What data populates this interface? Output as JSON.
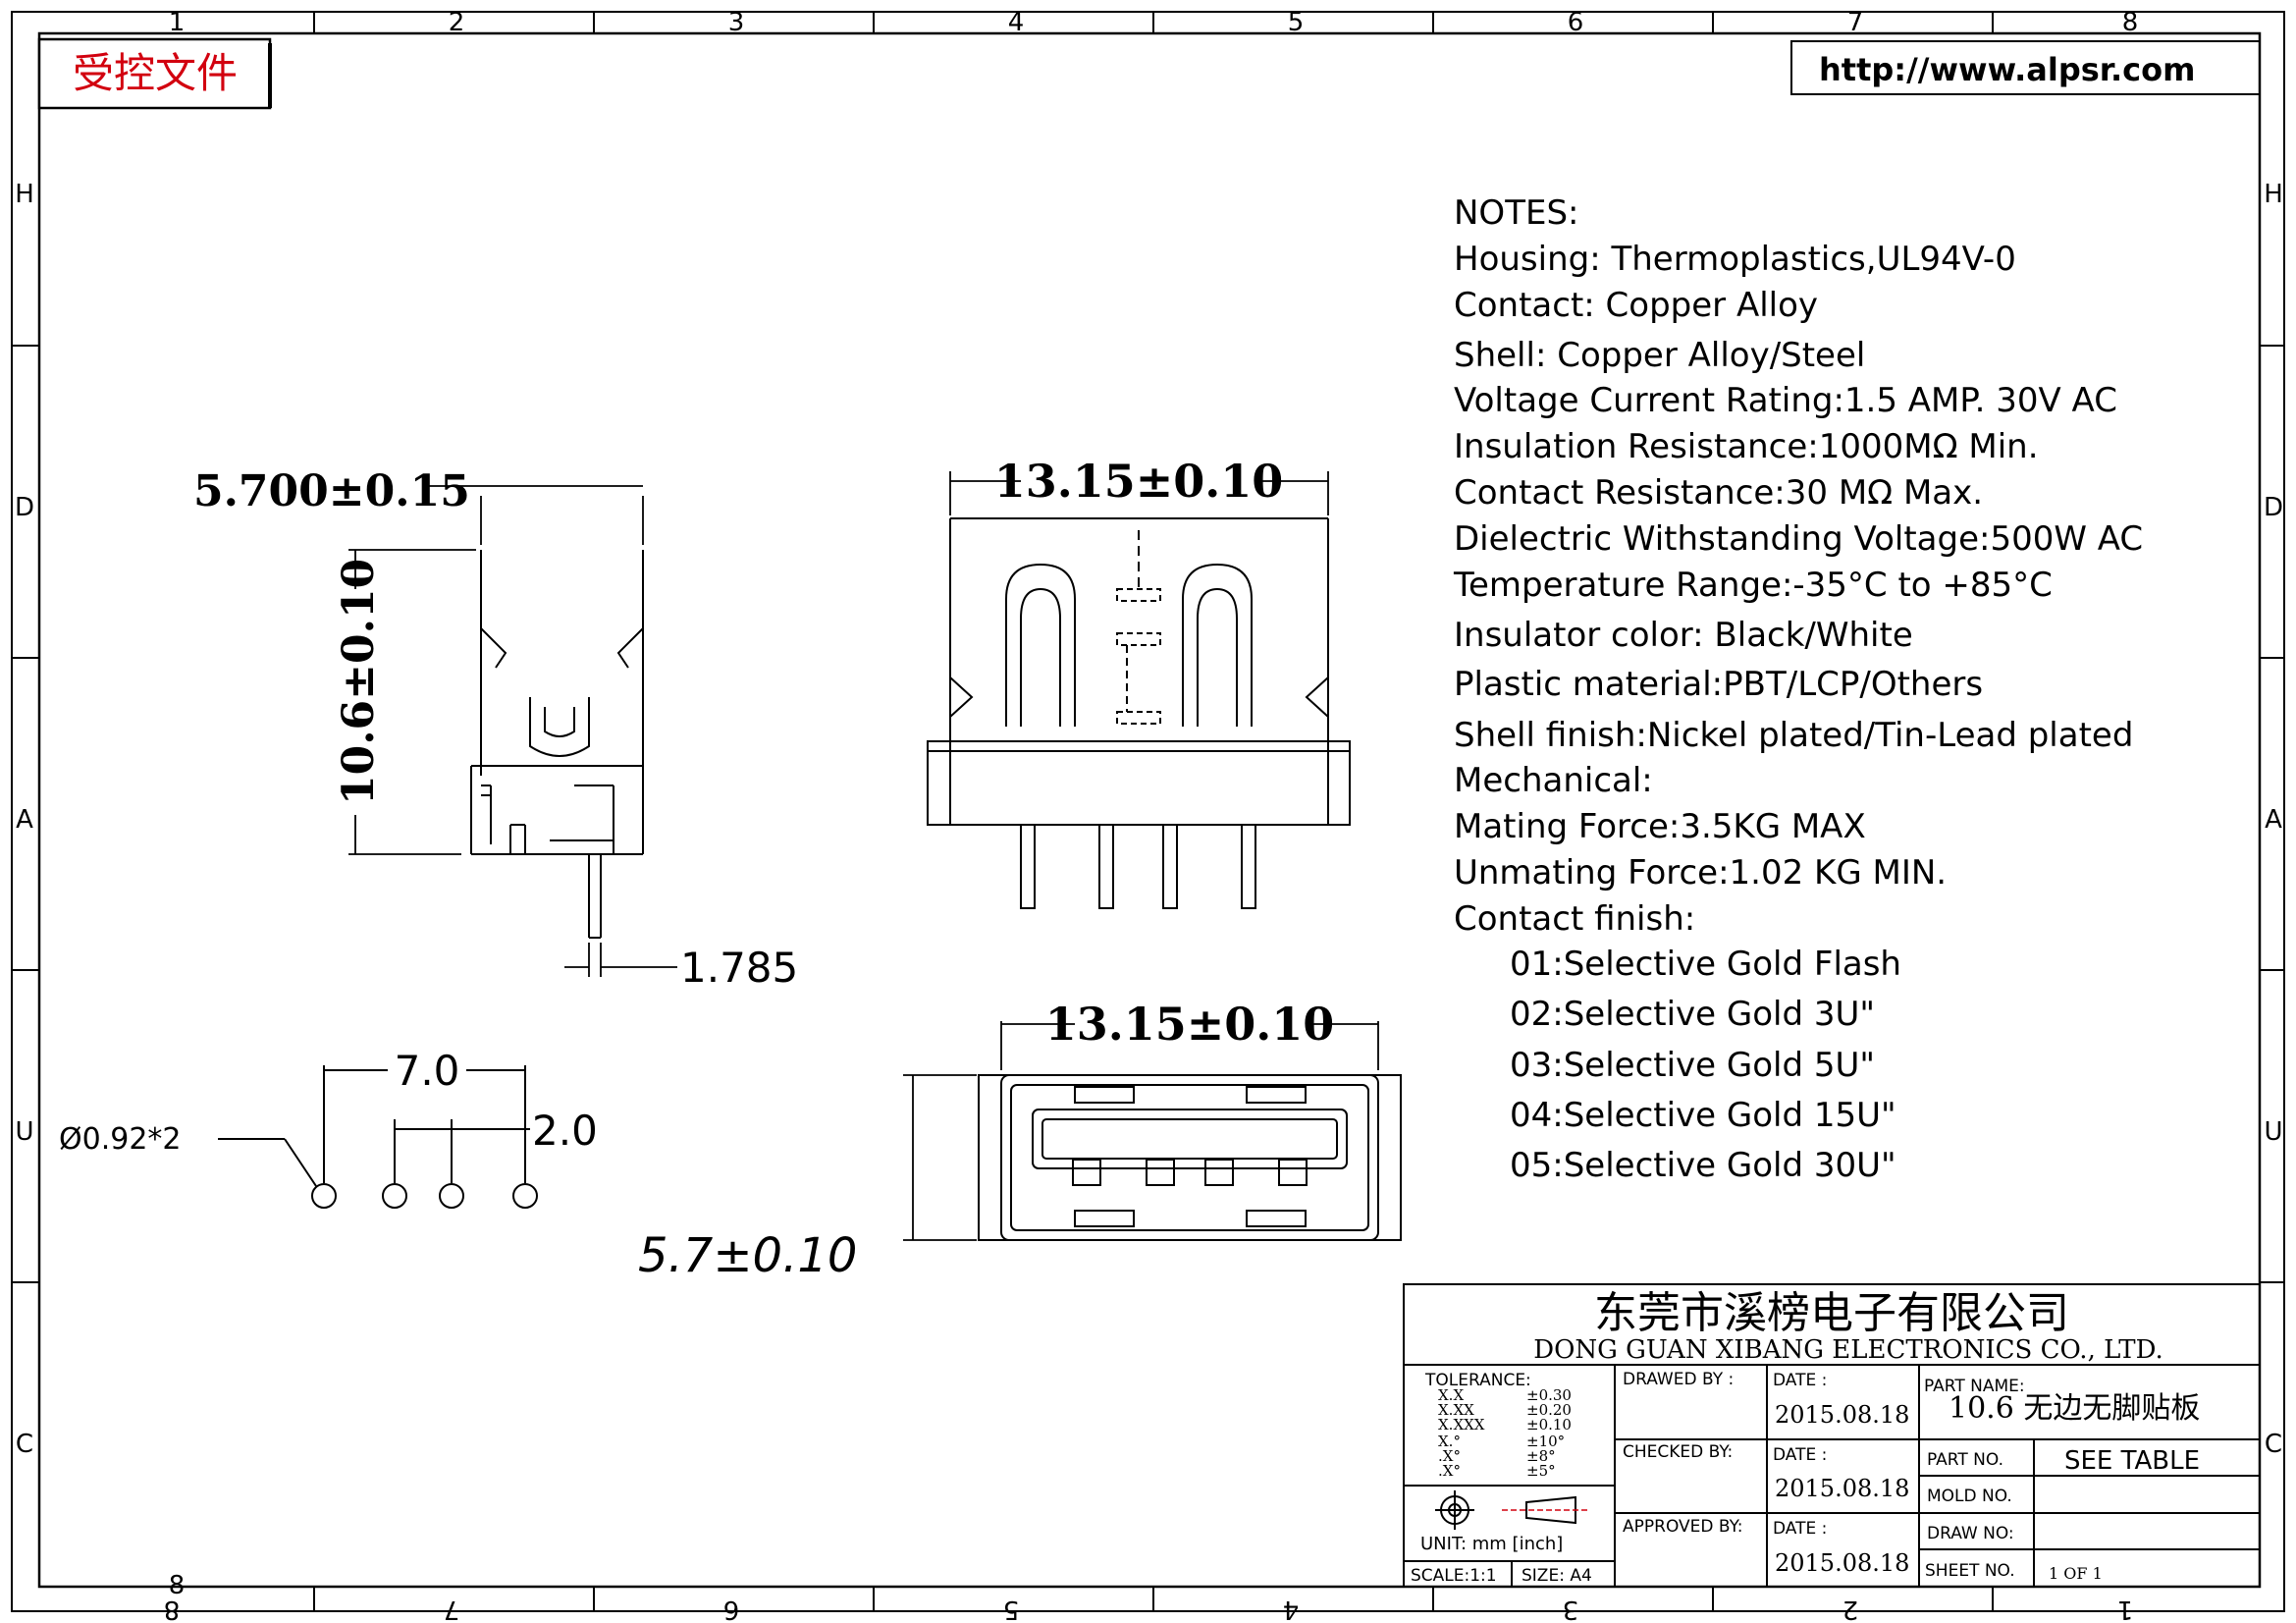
{
  "grid": {
    "top_cols": [
      "1",
      "2",
      "3",
      "4",
      "5",
      "6",
      "7",
      "8"
    ],
    "bottom_cols": [
      "8",
      "7",
      "6",
      "5",
      "4",
      "3",
      "2",
      "1"
    ],
    "left_rows": [
      "H",
      "D",
      "A",
      "U",
      "C"
    ],
    "right_rows": [
      "H",
      "D",
      "A",
      "U",
      "C"
    ]
  },
  "stamp": "受控文件",
  "url": "http://www.alpsr.com",
  "notes": {
    "heading": "NOTES:",
    "lines": [
      "Housing:  Thermoplastics,UL94V-0",
      "Contact:  Copper  Alloy",
      "Shell:  Copper  Alloy/Steel",
      "Voltage  Current  Rating:1.5  AMP.  30V  AC",
      "Insulation  Resistance:1000MΩ  Min.",
      "Contact  Resistance:30  MΩ  Max.",
      "Dielectric  Withstanding  Voltage:500W  AC",
      "Temperature  Range:-35°C  to  +85°C",
      "Insulator  color:  Black/White",
      "Plastic  material:PBT/LCP/Others",
      "Shell  finish:Nickel  plated/Tin-Lead  plated",
      "Mechanical:",
      "Mating  Force:3.5KG  MAX",
      "Unmating  Force:1.02  KG  MIN.",
      "Contact  finish:"
    ],
    "finish_options": [
      "01:Selective  Gold  Flash",
      "02:Selective  Gold  3U\"",
      "03:Selective  Gold  5U\"",
      "04:Selective  Gold  15U\"",
      "05:Selective  Gold  30U\""
    ]
  },
  "dimensions": {
    "side_width": "5.700±0.15",
    "side_height": "10.6±0.10",
    "side_pin_offset": "1.785",
    "front_width": "13.15±0.10",
    "face_width": "13.15±0.10",
    "face_height": "5.7±0.10",
    "hole_pitch_total": "7.0",
    "hole_pitch": "2.0",
    "hole_dia": "Ø0.92*2"
  },
  "title_block": {
    "company_cn": "东莞市溪榜电子有限公司",
    "company_en": "DONG  GUAN  XIBANG  ELECTRONICS  CO.,  LTD.",
    "tolerance_label": "TOLERANCE:",
    "tolerances": [
      {
        "k": "X.X",
        "v": "±0.30"
      },
      {
        "k": "X.XX",
        "v": "±0.20"
      },
      {
        "k": "X.XXX",
        "v": "±0.10"
      },
      {
        "k": "X.°",
        "v": "±10°"
      },
      {
        "k": ".X°",
        "v": "±8°"
      },
      {
        "k": ".X°",
        "v": "±5°"
      }
    ],
    "unit": "UNIT:  mm  [inch]",
    "scale": "SCALE:1:1",
    "size": "SIZE:  A4",
    "drawn_by": "DRAWED  BY  :",
    "checked_by": "CHECKED  BY:",
    "approved_by": "APPROVED  BY:",
    "date_label": "DATE  :",
    "date1": "2015.08.18",
    "date2": "2015.08.18",
    "date3": "2015.08.18",
    "part_name_label": "PART  NAME:",
    "part_name": "10.6  无边无脚贴板",
    "part_no_label": "PART  NO.",
    "part_no": "SEE  TABLE",
    "mold_no_label": "MOLD  NO.",
    "draw_no_label": "DRAW  NO:",
    "sheet_no_label": "SHEET  NO.",
    "sheet": "1  OF  1"
  },
  "colors": {
    "stamp": "#d2000f",
    "line": "#000000"
  }
}
